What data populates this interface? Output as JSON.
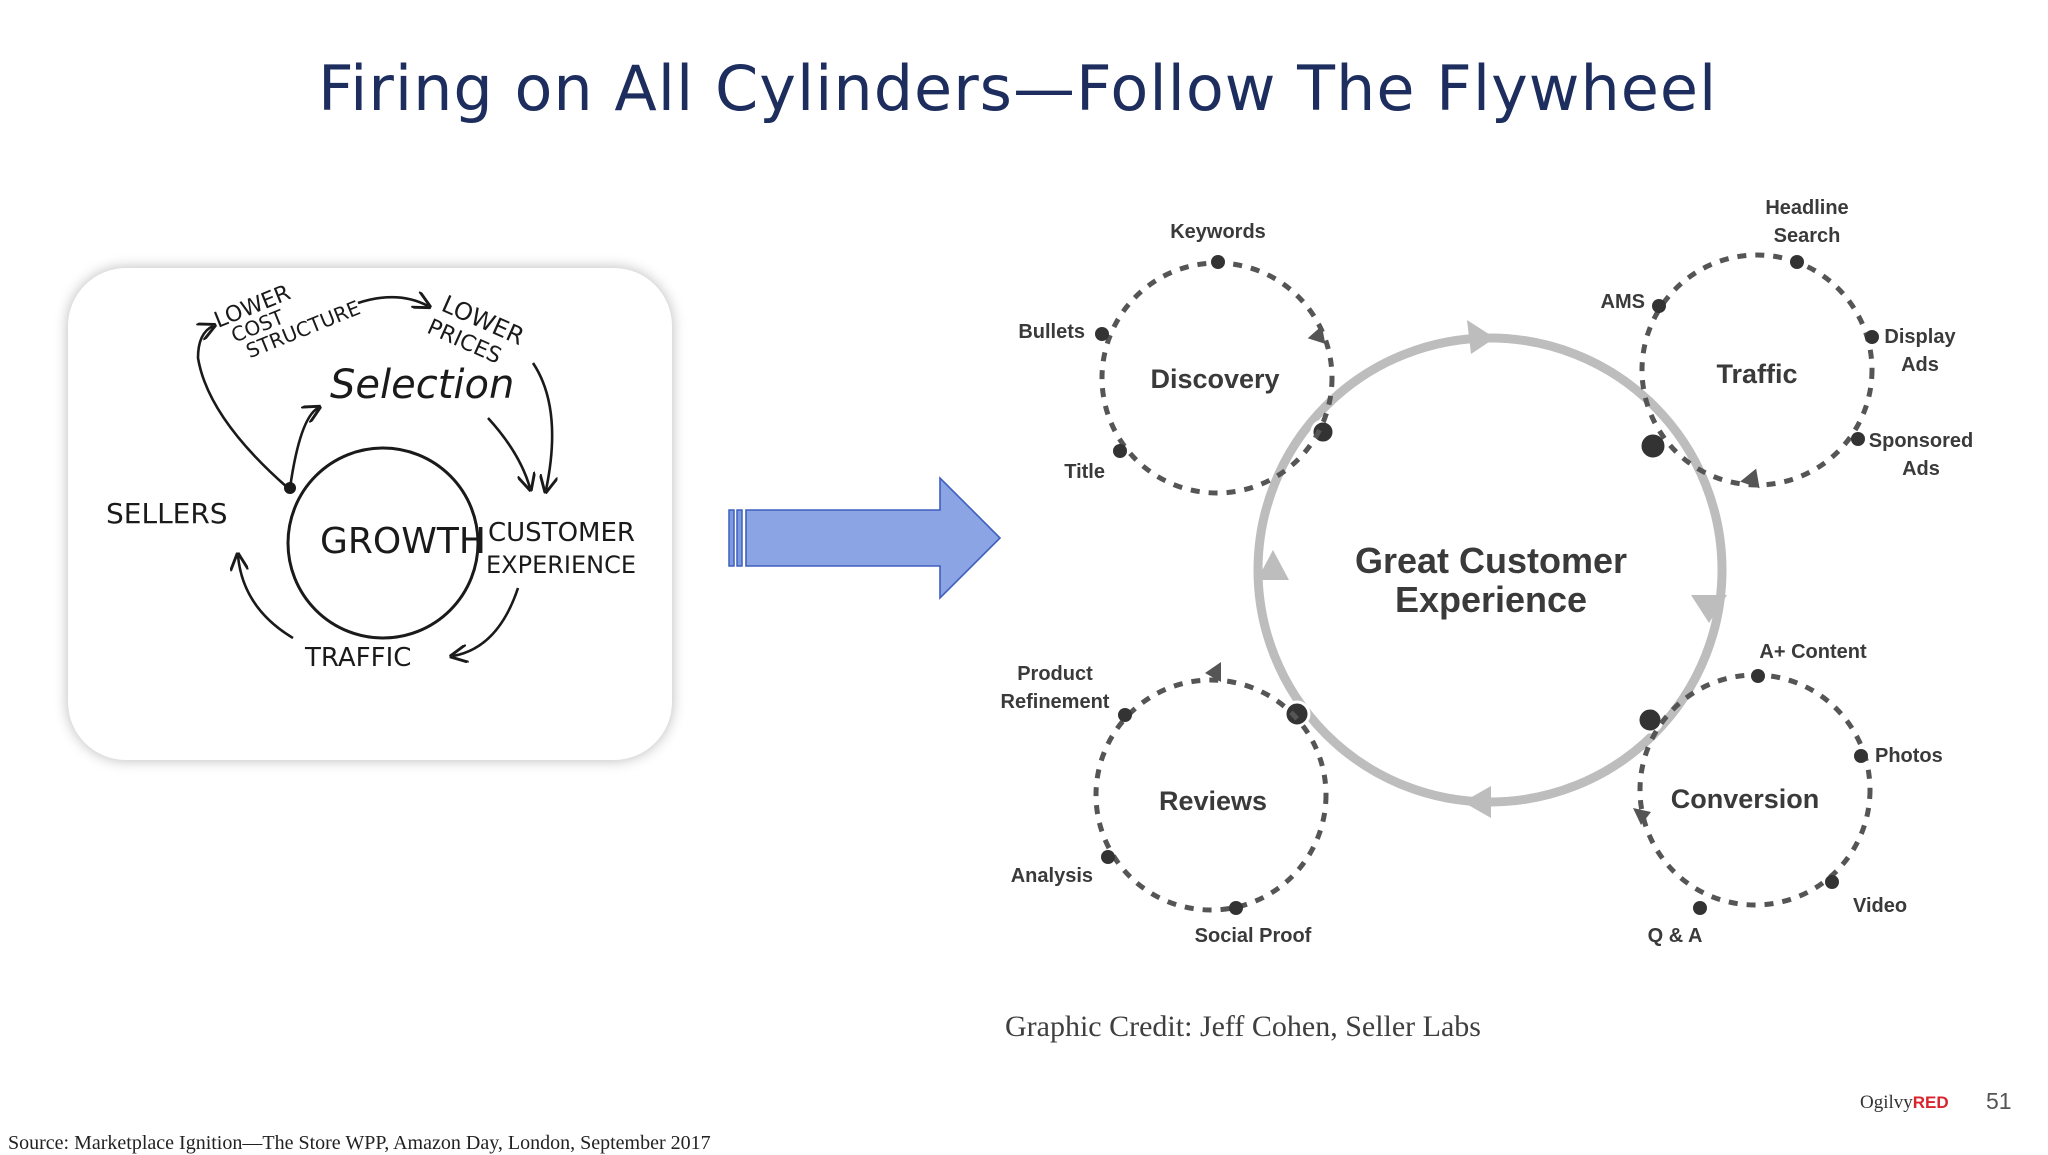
{
  "slide": {
    "title": "Firing on All Cylinders—Follow The Flywheel",
    "page_number": "51",
    "source": "Source: Marketplace Ignition—The Store WPP, Amazon Day, London, September 2017",
    "credit": "Graphic Credit:  Jeff Cohen, Seller Labs",
    "logo": {
      "prefix": "Ogilvy",
      "suffix": "RED"
    }
  },
  "sketch": {
    "growth": "GROWTH",
    "selection": "Selection",
    "sellers": "SELLERS",
    "customer": "CUSTOMER",
    "experience": "EXPERIENCE",
    "traffic": "TRAFFIC",
    "lower_cost": "LOWER",
    "cost": "COST",
    "structure": "STRUCTURE",
    "lower_prices_1": "LOWER",
    "lower_prices_2": "PRICES"
  },
  "flywheel": {
    "center_line1": "Great Customer",
    "center_line2": "Experience",
    "discovery": {
      "title": "Discovery",
      "keywords": "Keywords",
      "bullets": "Bullets",
      "title_item": "Title"
    },
    "traffic": {
      "title": "Traffic",
      "headline1": "Headline",
      "headline2": "Search",
      "ams": "AMS",
      "display1": "Display",
      "display2": "Ads",
      "sponsored1": "Sponsored",
      "sponsored2": "Ads"
    },
    "reviews": {
      "title": "Reviews",
      "product1": "Product",
      "product2": "Refinement",
      "analysis": "Analysis",
      "social": "Social Proof"
    },
    "conversion": {
      "title": "Conversion",
      "aplus": "A+ Content",
      "photos": "Photos",
      "video": "Video",
      "qa": "Q & A"
    }
  },
  "colors": {
    "title": "#1c2d5e",
    "arrow_fill": "#7f9be0",
    "arrow_stroke": "#3f5fbf",
    "ring": "#bdbdbd",
    "dots": "#333333"
  }
}
